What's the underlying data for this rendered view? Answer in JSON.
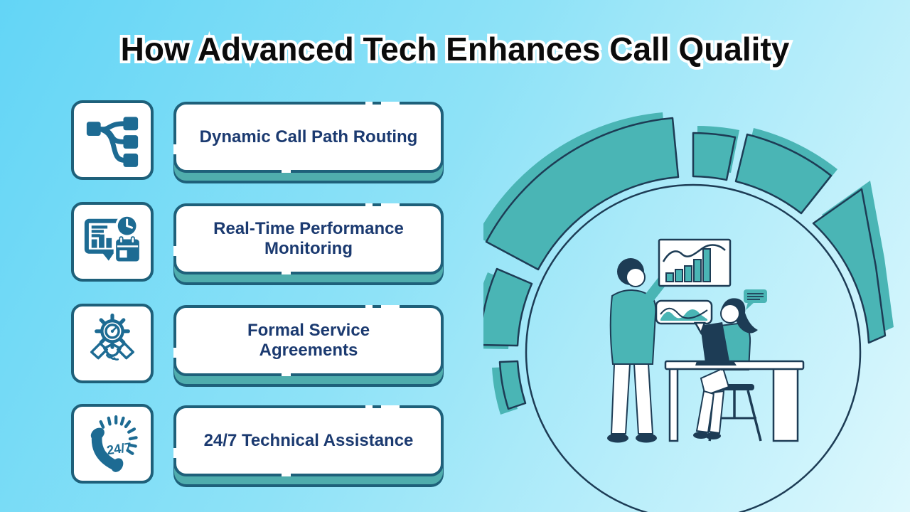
{
  "title": "How Advanced Tech Enhances Call Quality",
  "features": [
    {
      "label": "Dynamic Call Path Routing",
      "icon": "call-routing-icon"
    },
    {
      "label": "Real-Time Performance Monitoring",
      "icon": "performance-monitoring-icon"
    },
    {
      "label": "Formal Service Agreements",
      "icon": "service-agreement-handshake-icon"
    },
    {
      "label": "24/7 Technical Assistance",
      "icon": "phone-24-7-icon",
      "icon_text": "24/7"
    }
  ],
  "illustration": {
    "name": "team-analytics-illustration",
    "elements": [
      "pie-chart-ring",
      "center-circle",
      "presenter-man",
      "bar-chart-board",
      "wave-speech-bubble",
      "message-bubble",
      "woman-with-laptop",
      "desk",
      "stool"
    ]
  },
  "colors": {
    "background_start": "#63d5f6",
    "background_end": "#def8fd",
    "title_fill": "#0b0b0b",
    "title_outline": "#ffffff",
    "card_border": "#1e607a",
    "button_text": "#1b3a70",
    "button_base": "#4fadad",
    "icon_glyph": "#1d6b93",
    "illustration_teal": "#4ab5b5",
    "illustration_outline": "#1d3c55"
  }
}
